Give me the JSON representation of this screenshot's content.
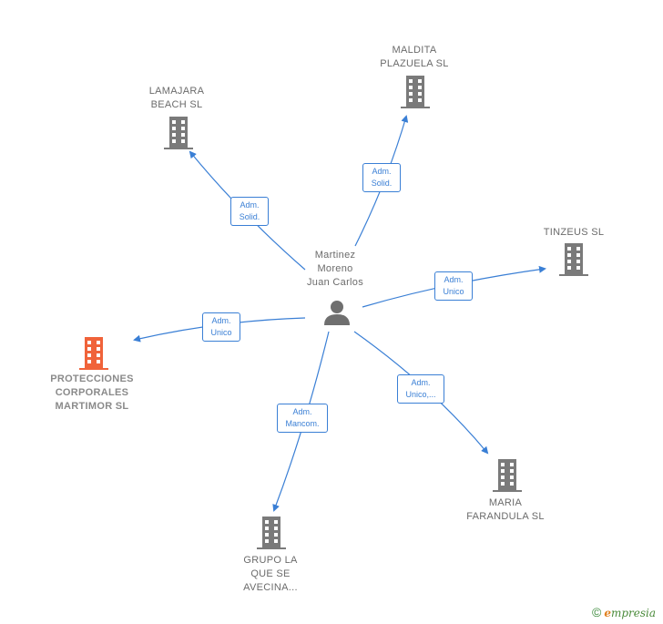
{
  "center": {
    "name_lines": [
      "Martinez",
      "Moreno",
      "Juan Carlos"
    ],
    "icon": "person-icon"
  },
  "companies": [
    {
      "id": "lamajara",
      "lines": [
        "LAMAJARA",
        "BEACH SL"
      ],
      "icon": "building-icon",
      "color": "#7a7a7a",
      "role_lines": [
        "Adm.",
        "Solid."
      ]
    },
    {
      "id": "maldita",
      "lines": [
        "MALDITA",
        "PLAZUELA SL"
      ],
      "icon": "building-icon",
      "color": "#7a7a7a",
      "role_lines": [
        "Adm.",
        "Solid."
      ]
    },
    {
      "id": "tinzeus",
      "lines": [
        "TINZEUS SL"
      ],
      "icon": "building-icon",
      "color": "#7a7a7a",
      "role_lines": [
        "Adm.",
        "Unico"
      ]
    },
    {
      "id": "protecciones",
      "lines": [
        "PROTECCIONES",
        "CORPORALES",
        "MARTIMOR SL"
      ],
      "icon": "building-icon",
      "color": "#f0633a",
      "role_lines": [
        "Adm.",
        "Unico"
      ]
    },
    {
      "id": "maria",
      "lines": [
        "MARIA",
        "FARANDULA SL"
      ],
      "icon": "building-icon",
      "color": "#7a7a7a",
      "role_lines": [
        "Adm.",
        "Unico,..."
      ]
    },
    {
      "id": "grupo",
      "lines": [
        "GRUPO LA",
        "QUE SE",
        "AVECINA..."
      ],
      "icon": "building-icon",
      "color": "#7a7a7a",
      "role_lines": [
        "Adm.",
        "Mancom."
      ]
    }
  ],
  "colors": {
    "edge": "#3a7fd5",
    "node_text": "#6b6b6b",
    "highlight": "#f0633a"
  },
  "footer": {
    "copyright": "©",
    "brand_initial": "e",
    "brand_rest": "mpresia"
  }
}
